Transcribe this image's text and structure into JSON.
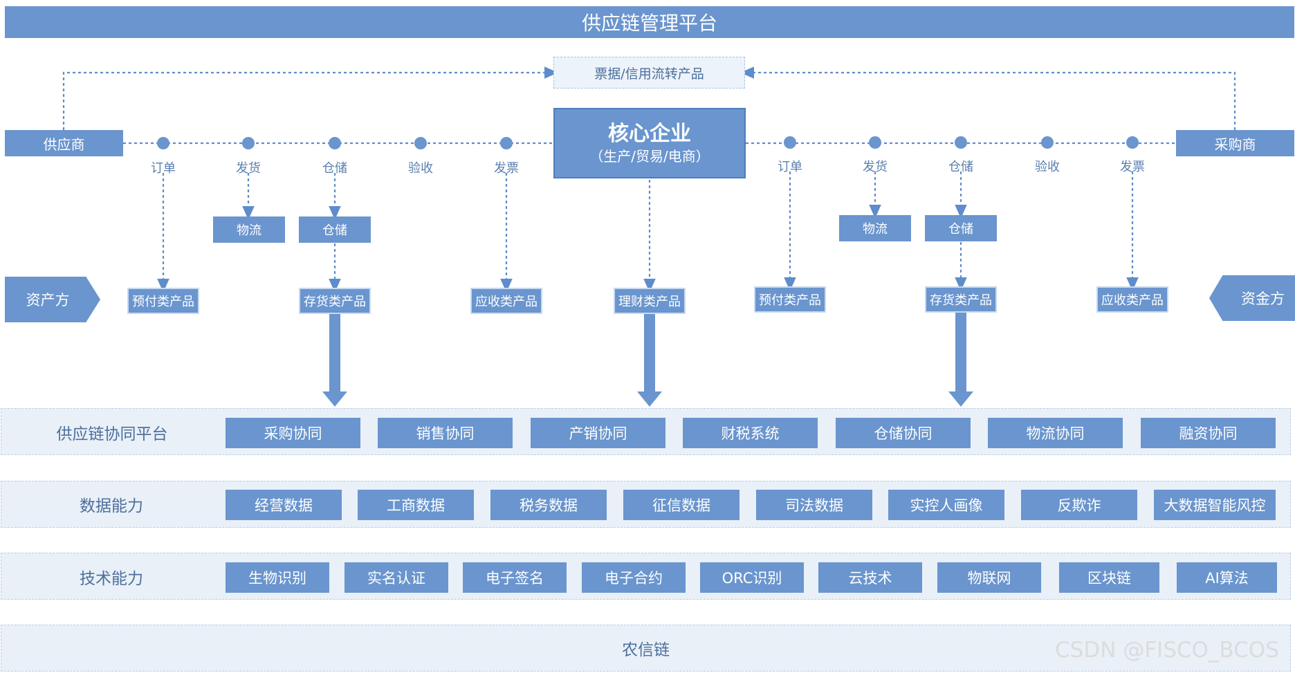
{
  "title": "供应链管理平台",
  "bill_product": "票据/信用流转产品",
  "core": {
    "name": "核心企业",
    "sub": "（生产/贸易/电商）"
  },
  "supplier": "供应商",
  "buyer": "采购商",
  "left_steps": [
    "订单",
    "发货",
    "仓储",
    "验收",
    "发票"
  ],
  "right_steps": [
    "订单",
    "发货",
    "仓储",
    "验收",
    "发票"
  ],
  "left_sub": {
    "logistics": "物流",
    "storage": "仓储"
  },
  "right_sub": {
    "logistics": "物流",
    "storage": "仓储"
  },
  "left_products": [
    "预付类产品",
    "存货类产品",
    "应收类产品"
  ],
  "center_product": "理财类产品",
  "right_products": [
    "预付类产品",
    "存货类产品",
    "应收类产品"
  ],
  "asset_side": "资产方",
  "fund_side": "资金方",
  "rows": [
    {
      "label": "供应链协同平台",
      "items": [
        "采购协同",
        "销售协同",
        "产销协同",
        "财税系统",
        "仓储协同",
        "物流协同",
        "融资协同"
      ]
    },
    {
      "label": "数据能力",
      "items": [
        "经营数据",
        "工商数据",
        "税务数据",
        "征信数据",
        "司法数据",
        "实控人画像",
        "反欺诈",
        "大数据智能风控"
      ]
    },
    {
      "label": "技术能力",
      "items": [
        "生物识别",
        "实名认证",
        "电子签名",
        "电子合约",
        "ORC识别",
        "云技术",
        "物联网",
        "区块链",
        "AI算法"
      ]
    }
  ],
  "base_platform": "农信链",
  "watermark": "CSDN @FISCO_BCOS",
  "colors": {
    "primary": "#6a95ce",
    "band": "#e9f0f8",
    "text": "#4d6f9c"
  }
}
